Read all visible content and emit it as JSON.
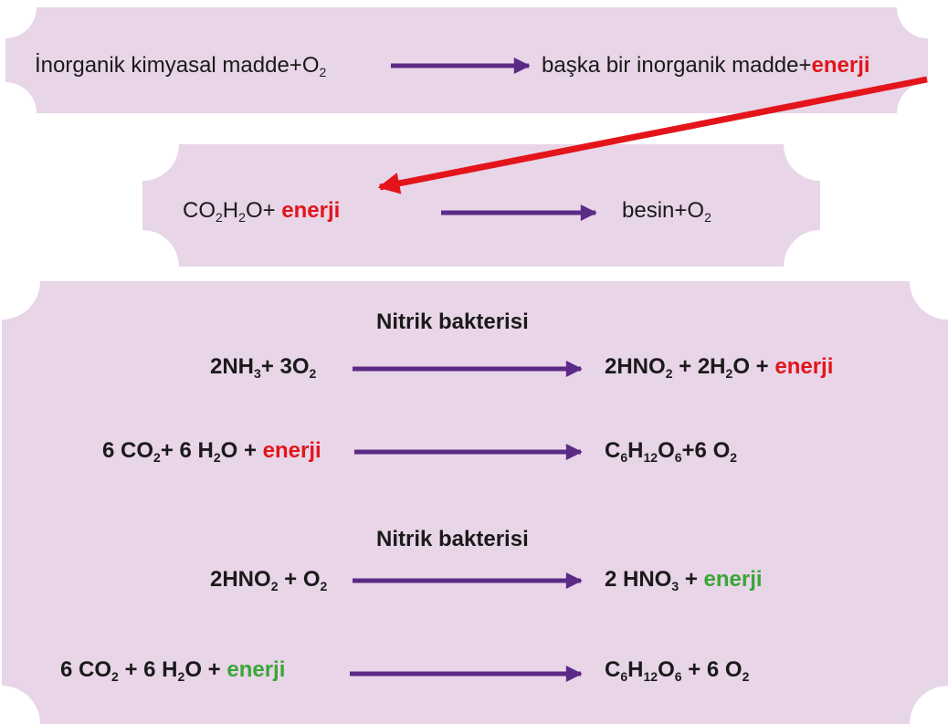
{
  "colors": {
    "panel": "#e8d5e8",
    "arrow": "#5b2a86",
    "red_arrow": "#e3151b",
    "energy_red": "#e3151b",
    "energy_green": "#3aa637"
  },
  "panel1": {
    "left_text": "İnorganik kimyasal madde+O",
    "left_sub": "2",
    "right_text": "başka bir inorganik madde+",
    "right_energy": "enerji"
  },
  "panel2": {
    "left_co": "CO",
    "left_co_sub": "2",
    "left_h": "H",
    "left_h_sub": "2",
    "left_rest": "O+ ",
    "left_energy": "enerji",
    "right_text": "besin+O",
    "right_sub": "2"
  },
  "panel3": {
    "heading1": "Nitrik bakterisi",
    "heading2": "Nitrik bakterisi",
    "eq1": {
      "left": [
        "2NH",
        "3",
        "+ 3O",
        "2"
      ],
      "right": [
        "2HNO",
        "2",
        " + 2H",
        "2",
        "O + "
      ],
      "energy": "enerji"
    },
    "eq2": {
      "left": [
        "6 CO",
        "2",
        "+ 6 H",
        "2",
        "O + "
      ],
      "left_energy": "enerji",
      "right": [
        "C",
        "6",
        "H",
        "12",
        "O",
        "6",
        "+6 O",
        "2"
      ]
    },
    "eq3": {
      "left": [
        "2HNO",
        "2",
        " + O",
        "2"
      ],
      "right": [
        "2 HNO",
        "3",
        " + "
      ],
      "energy": "enerji"
    },
    "eq4": {
      "left": [
        "6 CO",
        "2",
        " + 6 H",
        "2",
        "O + "
      ],
      "left_energy": "enerji",
      "right": [
        "C",
        "6",
        "H",
        "12",
        "O",
        "6",
        " + 6 O",
        "2"
      ]
    }
  }
}
